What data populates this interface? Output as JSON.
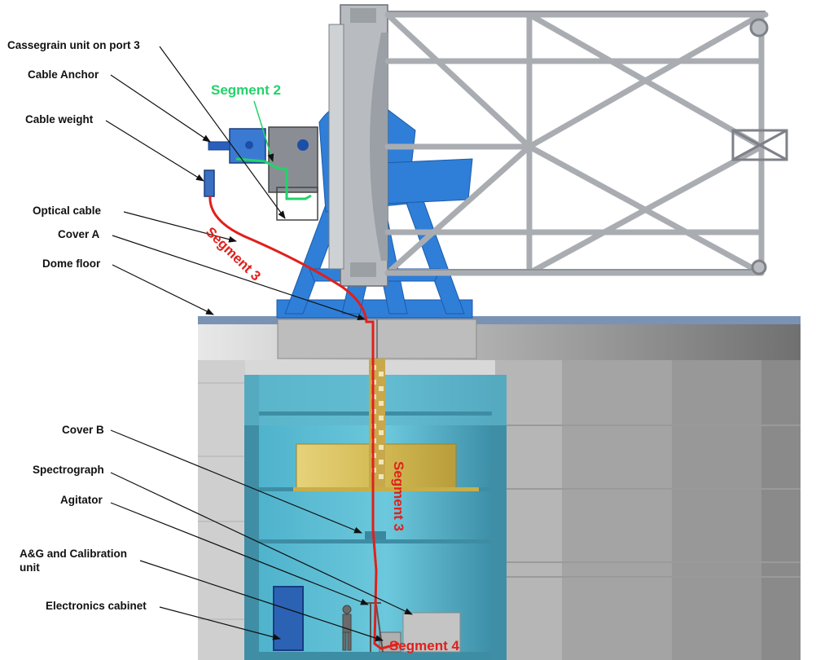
{
  "labels": {
    "cassegrain": "Cassegrain unit on port 3",
    "cable_anchor": "Cable Anchor",
    "cable_weight": "Cable weight",
    "optical_cable": "Optical cable",
    "cover_a": "Cover A",
    "dome_floor": "Dome floor",
    "cover_b": "Cover B",
    "spectrograph": "Spectrograph",
    "agitator": "Agitator",
    "ag_cal_line1": "A&G and Calibration",
    "ag_cal_line2": "unit",
    "electronics": "Electronics cabinet"
  },
  "segments": {
    "seg2": "Segment 2",
    "seg3_upper": "Segment 3",
    "seg3_lower": "Segment 3",
    "seg4": "Segment 4"
  },
  "colors": {
    "cable_red": "#e0201c",
    "segment2_green": "#22d36a",
    "mount_blue": "#2f7fd8",
    "pit_cyan": "#5bbfd6",
    "concrete": "#bdbdbd",
    "truss_grey": "#a8acb0",
    "spectrograph_gold": "#d8c060",
    "cabinet_blue": "#2c62b4"
  }
}
